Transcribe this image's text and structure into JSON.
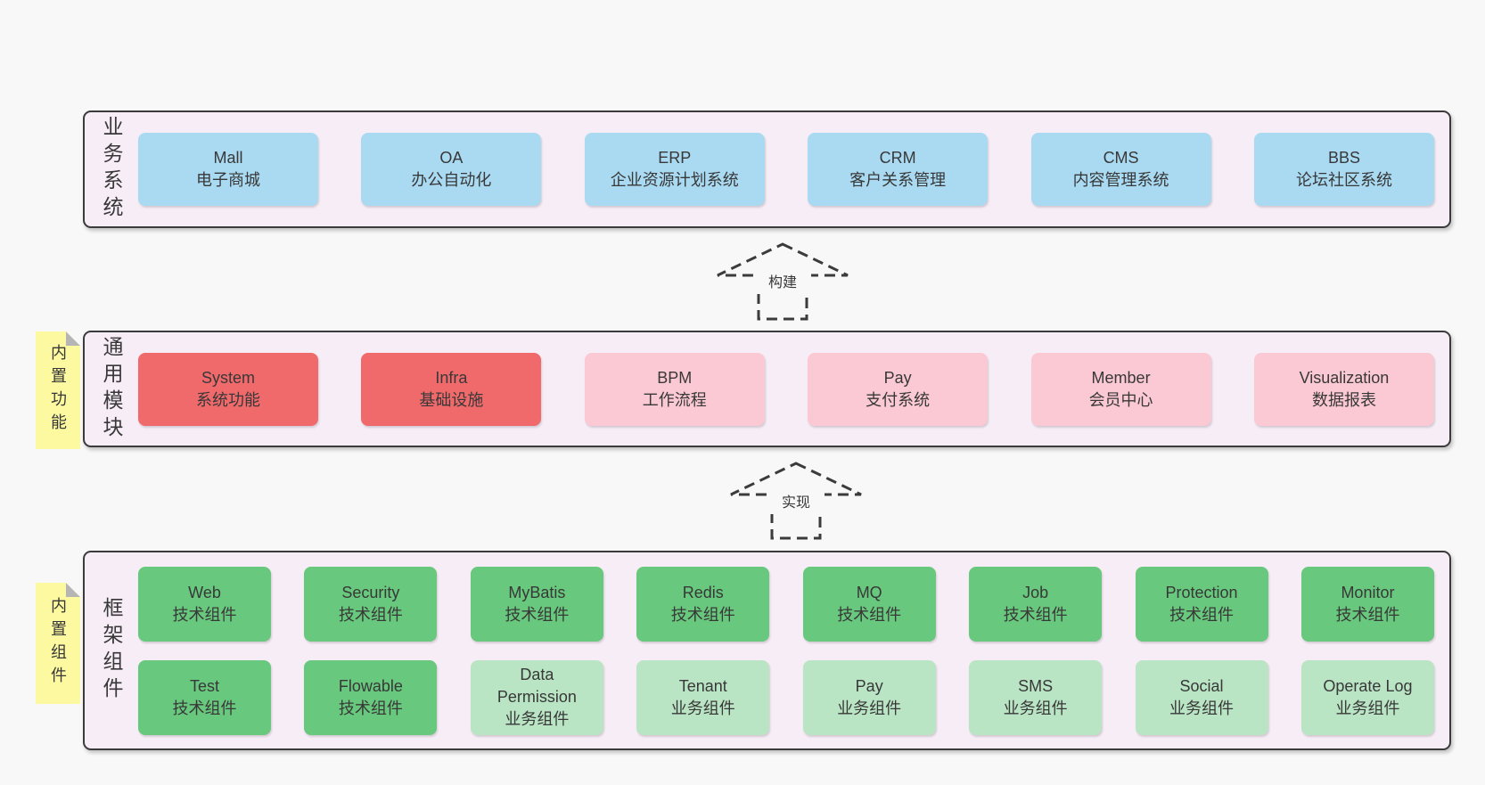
{
  "colors": {
    "page-bg": "#f8f8f8",
    "panel-fill": "#f7edf7",
    "panel-border": "#3b3b3b",
    "box-blue": "#a9daf2",
    "box-red": "#f0696b",
    "box-pink": "#fbc9d3",
    "box-green": "#68c87d",
    "box-lightgreen": "#bae5c5",
    "note-yellow": "#fcf9a0",
    "note-fold": "#b5b5b5",
    "text": "#383838"
  },
  "sections": {
    "business": {
      "label": "业务系统",
      "boxes": [
        {
          "title": "Mall",
          "subtitle": "电子商城"
        },
        {
          "title": "OA",
          "subtitle": "办公自动化"
        },
        {
          "title": "ERP",
          "subtitle": "企业资源计划系统"
        },
        {
          "title": "CRM",
          "subtitle": "客户关系管理"
        },
        {
          "title": "CMS",
          "subtitle": "内容管理系统"
        },
        {
          "title": "BBS",
          "subtitle": "论坛社区系统"
        }
      ]
    },
    "modules": {
      "label": "通用模块",
      "note": "内置功能",
      "boxes": [
        {
          "title": "System",
          "subtitle": "系统功能"
        },
        {
          "title": "Infra",
          "subtitle": "基础设施"
        },
        {
          "title": "BPM",
          "subtitle": "工作流程"
        },
        {
          "title": "Pay",
          "subtitle": "支付系统"
        },
        {
          "title": "Member",
          "subtitle": "会员中心"
        },
        {
          "title": "Visualization",
          "subtitle": "数据报表"
        }
      ]
    },
    "components": {
      "label": "框架组件",
      "note": "内置组件",
      "row1": [
        {
          "title": "Web",
          "subtitle": "技术组件"
        },
        {
          "title": "Security",
          "subtitle": "技术组件"
        },
        {
          "title": "MyBatis",
          "subtitle": "技术组件"
        },
        {
          "title": "Redis",
          "subtitle": "技术组件"
        },
        {
          "title": "MQ",
          "subtitle": "技术组件"
        },
        {
          "title": "Job",
          "subtitle": "技术组件"
        },
        {
          "title": "Protection",
          "subtitle": "技术组件"
        },
        {
          "title": "Monitor",
          "subtitle": "技术组件"
        }
      ],
      "row2": [
        {
          "title": "Test",
          "subtitle": "技术组件"
        },
        {
          "title": "Flowable",
          "subtitle": "技术组件"
        },
        {
          "title": "Data\nPermission",
          "subtitle": "业务组件"
        },
        {
          "title": "Tenant",
          "subtitle": "业务组件"
        },
        {
          "title": "Pay",
          "subtitle": "业务组件"
        },
        {
          "title": "SMS",
          "subtitle": "业务组件"
        },
        {
          "title": "Social",
          "subtitle": "业务组件"
        },
        {
          "title": "Operate Log",
          "subtitle": "业务组件"
        }
      ]
    }
  },
  "arrows": [
    {
      "label": "构建"
    },
    {
      "label": "实现"
    }
  ]
}
